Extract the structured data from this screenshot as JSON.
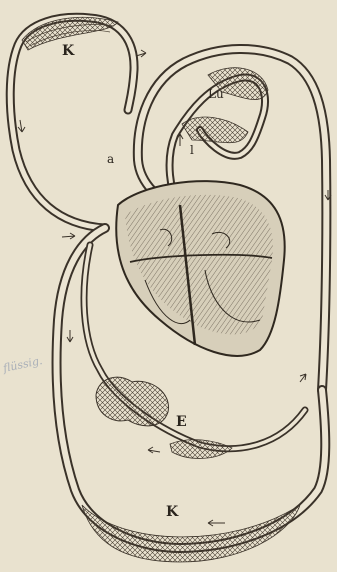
{
  "figure": {
    "labels": {
      "k_top": "K",
      "lu": "Lu",
      "a": "a",
      "l": "l",
      "e": "E",
      "k_bottom": "K"
    },
    "colors": {
      "paper": "#e9e2cf",
      "ink": "#3a3229"
    }
  }
}
